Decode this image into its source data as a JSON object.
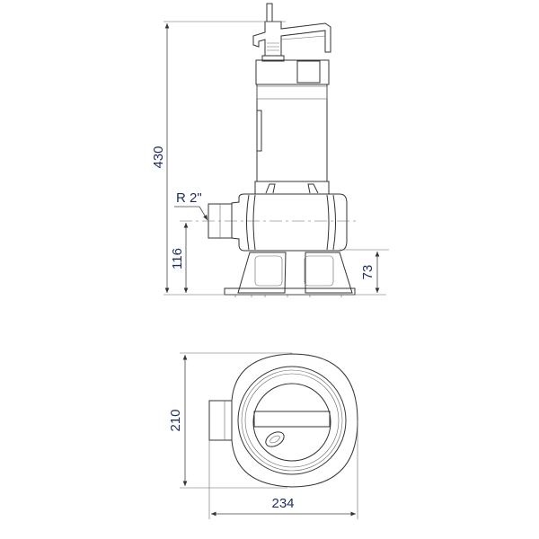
{
  "side_view": {
    "height_total": "430",
    "outlet_height": "116",
    "base_height": "73",
    "thread_label": "R 2\""
  },
  "bottom_view": {
    "depth": "210",
    "width": "234"
  },
  "colors": {
    "dimension_text": "#1f2d5c",
    "line": "#333333"
  }
}
